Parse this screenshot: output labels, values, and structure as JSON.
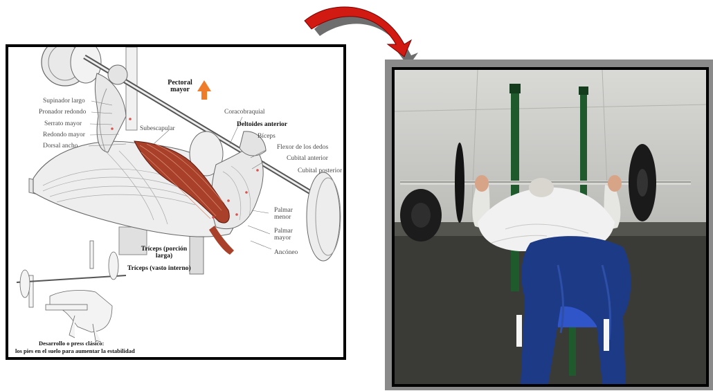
{
  "illustration": {
    "labels": {
      "pectoral": "Pectoral mayor",
      "supinador": "Supinador largo",
      "pronador": "Pronador redondo",
      "serrato": "Serrato mayor",
      "redondo": "Redondo mayor",
      "dorsal": "Dorsal ancho",
      "subescapular": "Subescapular",
      "coracobraquial": "Coracobraquial",
      "deltoides": "Deltoides anterior",
      "biceps": "Bíceps",
      "flexor": "Flexor de los dedos",
      "cubital_ant": "Cubital anterior",
      "cubital_post": "Cubital posterior",
      "palmar_menor": "Palmar menor",
      "palmar_mayor": "Palmar mayor",
      "ancóneo": "Ancóneo",
      "triceps_larga": "Tríceps (porción larga)",
      "triceps_interno": "Tríceps (vasto interno)"
    },
    "caption_line1": "Desarrollo o press clásico:",
    "caption_line2": "los pies en el suelo para aumentar la estabilidad"
  },
  "colors": {
    "arrow_red": "#d11a12",
    "arrow_shadow": "#6e6e6e",
    "muscle_red": "#a8402a",
    "up_arrow": "#ef7c2a",
    "shirt": "#f1f1f1",
    "pants": "#1d3a86",
    "bench_seat": "#2f55c8",
    "post_green": "#1f5a2c",
    "wall": "#cdcdca",
    "floor": "#3a3a36"
  }
}
